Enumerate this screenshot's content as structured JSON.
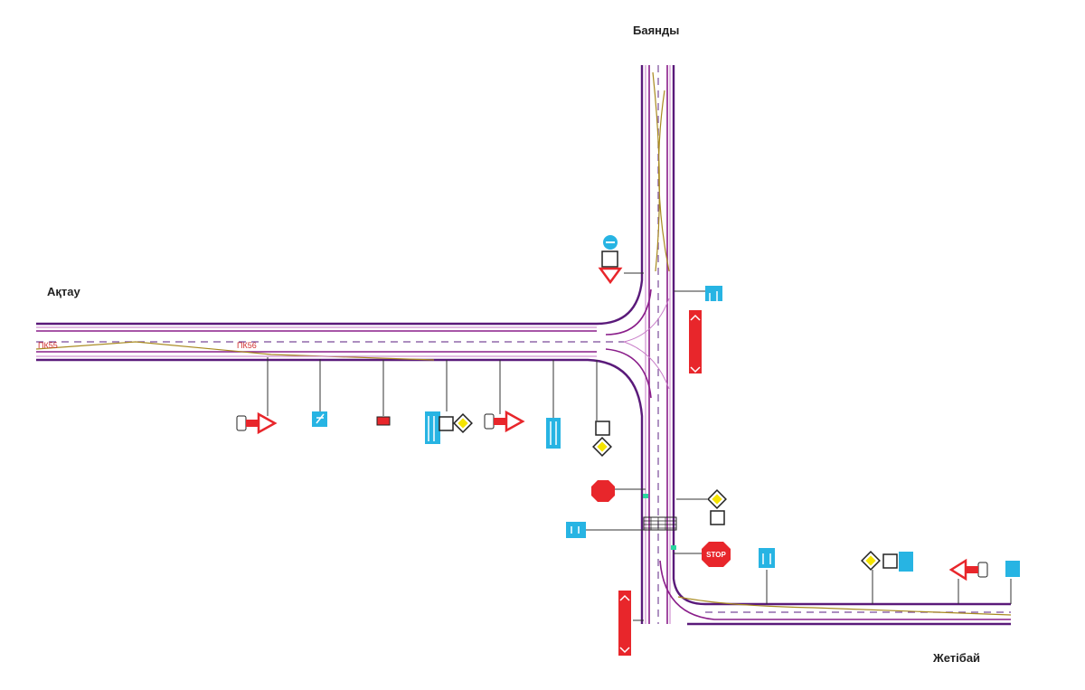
{
  "places": {
    "north": "Баянды",
    "west": "Ақтау",
    "south_east": "Жетібай"
  },
  "chainage": [
    "ПК55",
    "ПК56"
  ],
  "signs": {
    "stop_label": "STOP"
  },
  "colors": {
    "road": "#8a1e8a",
    "sign_red": "#e8262b",
    "sign_blue": "#27b4e3",
    "sign_yellow": "#f5e400"
  }
}
